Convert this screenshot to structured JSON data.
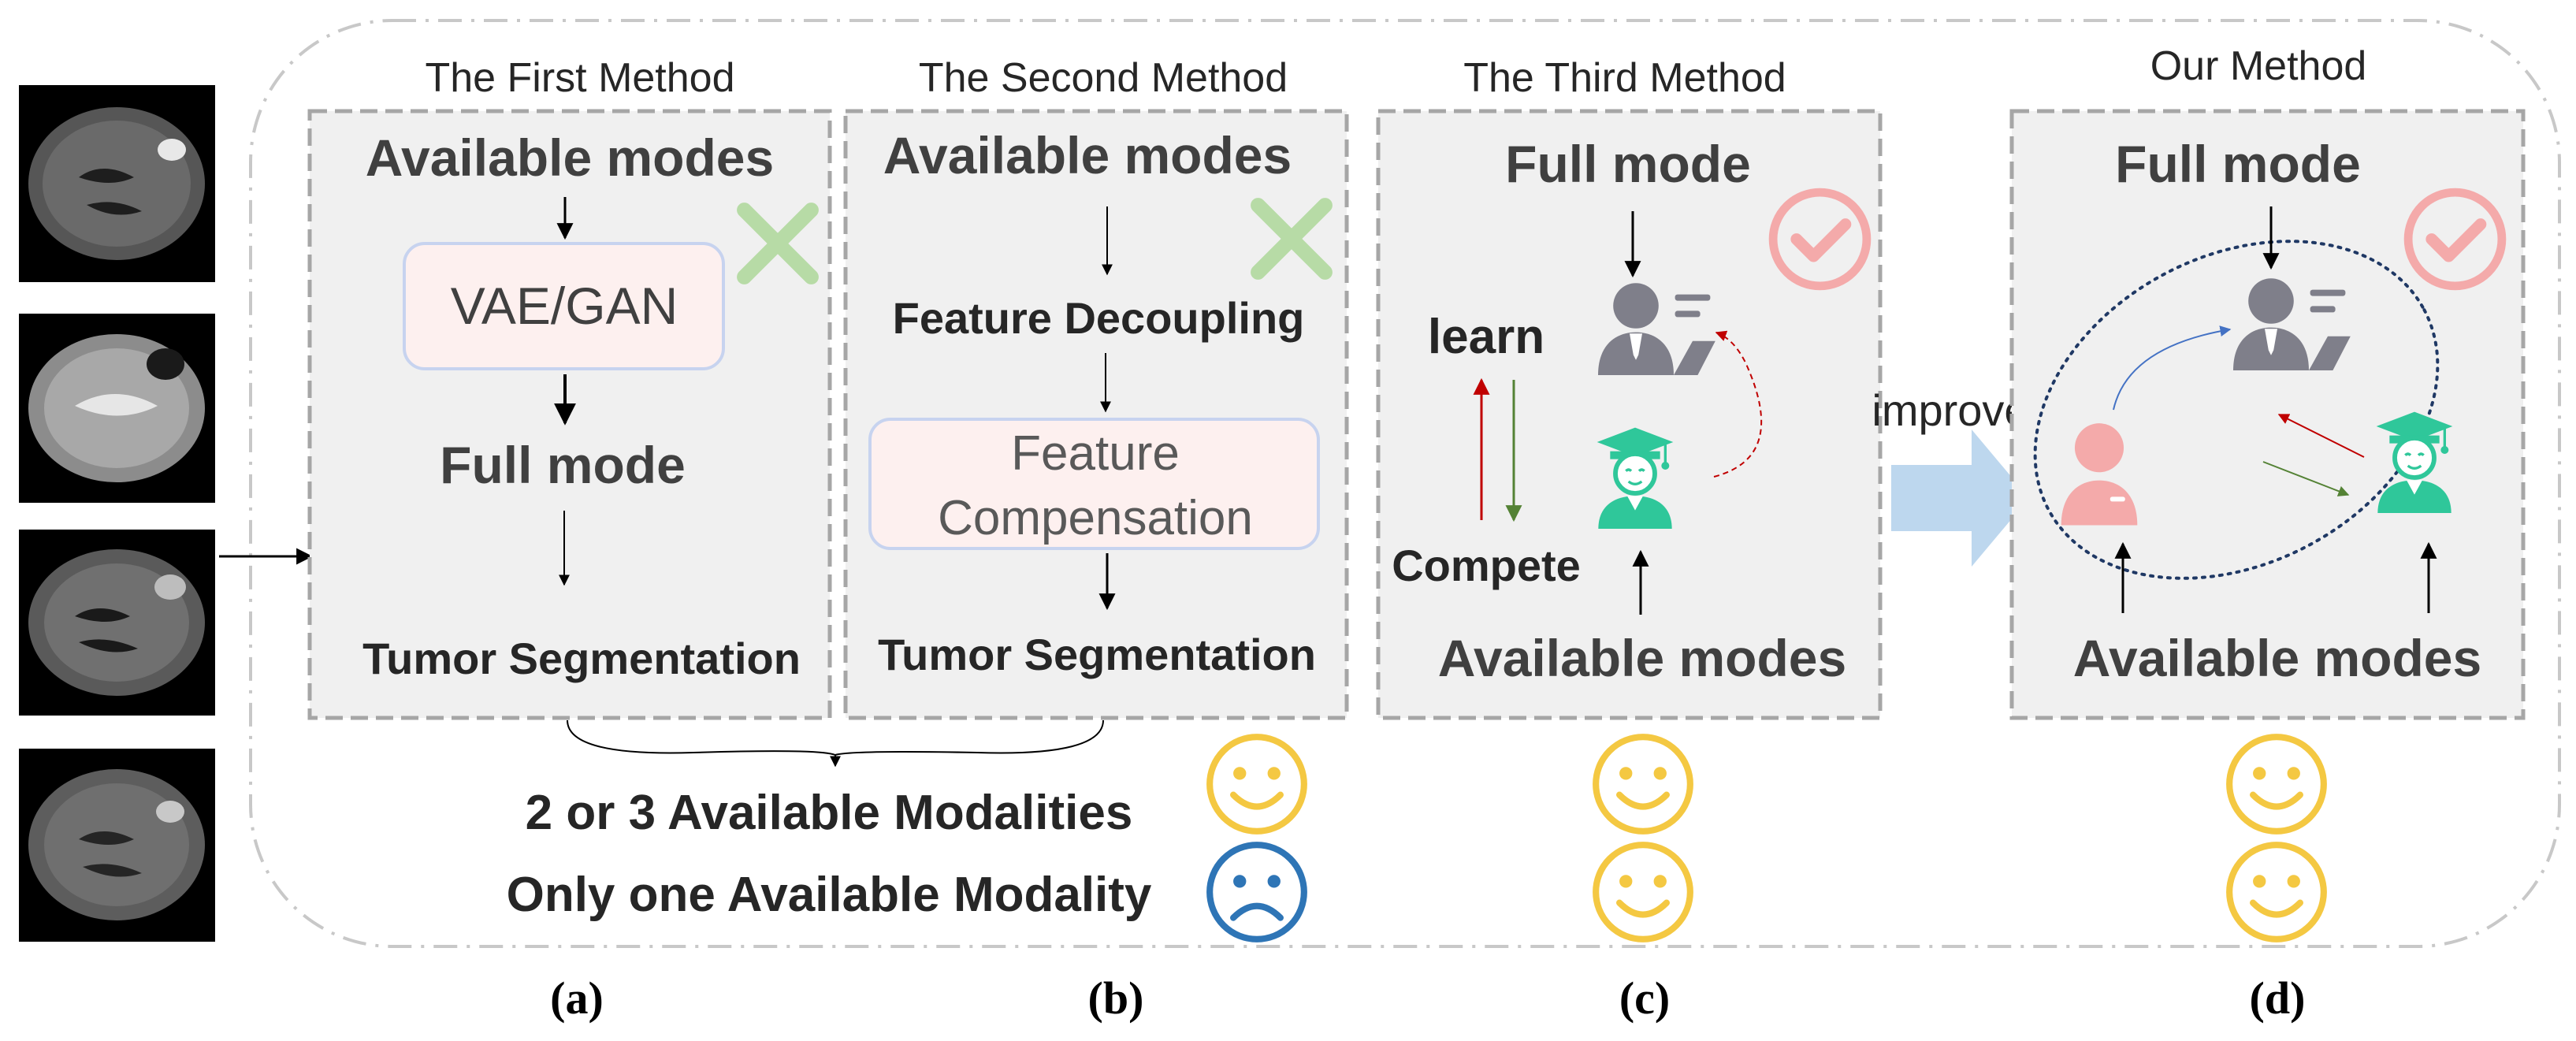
{
  "panels": {
    "a": {
      "title": "The First Method",
      "input": "Available modes",
      "module": "VAE/GAN",
      "middle": "Full mode",
      "output": "Tumor Segmentation",
      "caption": "(a)"
    },
    "b": {
      "title": "The Second Method",
      "input": "Available modes",
      "step1": "Feature Decoupling",
      "module_line1": "Feature",
      "module_line2": "Compensation",
      "output": "Tumor Segmentation",
      "caption": "(b)"
    },
    "c": {
      "title": "The Third Method",
      "top": "Full mode",
      "learn": "learn",
      "compete": "Compete",
      "bottom": "Available modes",
      "caption": "(c)"
    },
    "d": {
      "title": "Our Method",
      "top": "Full mode",
      "bottom": "Available modes",
      "caption": "(d)"
    }
  },
  "improve_label": "improve",
  "legend": {
    "row1": "2 or 3 Available Modalities",
    "row2": "Only one Available Modality"
  },
  "icons": {
    "cross": "cross-icon",
    "check": "check-circle-icon",
    "smile": "smiley-face-icon",
    "sad": "sad-face-icon",
    "teacher": "teacher-icon",
    "student": "graduate-student-icon",
    "person": "person-icon"
  },
  "colors": {
    "box_fill": "#f0f0f0",
    "box_border": "#a6a6a6",
    "module_fill": "#fdf0ef",
    "module_border": "#c7d3ef",
    "cross": "#b7dba6",
    "check": "#f4aaaa",
    "smile": "#f4c842",
    "sad": "#2e75b6",
    "teacher": "#7f7f8a",
    "student": "#2fc79a",
    "person": "#f4aaaa",
    "learn_arrow": "#c00000",
    "compete_arrow": "#548235",
    "improve_arrow": "#bdd7ee",
    "dotted_ellipse": "#1f3864",
    "blue_arrow": "#4472c4"
  }
}
